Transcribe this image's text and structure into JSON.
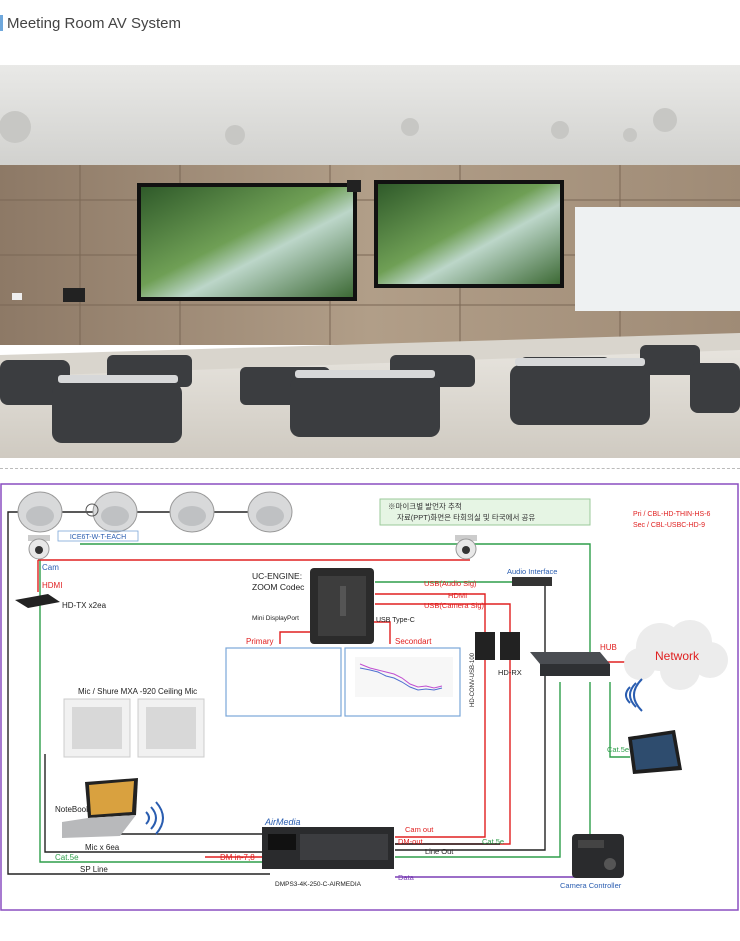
{
  "page": {
    "title": "Meeting Room AV System"
  },
  "photo": {
    "alt": "Meeting room with two wall displays"
  },
  "note": {
    "line1": "※마이크별 발언자 추적",
    "line2": "자료(PPT)화면은 타회의실 및 타국에서 공유"
  },
  "cables": {
    "pri": "Pri / CBL-HD-THIN-HS-6",
    "sec": "Sec / CBL-USBC-HD-9"
  },
  "devices": {
    "ice_label": "ICE6T-W-T-EACH",
    "cam_label": "Cam",
    "hdmi_label": "HDMI",
    "hdtx_label": "HD-TX x2ea",
    "uc_line1": "UC-ENGINE:",
    "uc_line2": "ZOOM Codec",
    "mini_dp": "Mini DisplayPort",
    "primary": "Primary",
    "usb_typec": "USB Type-C",
    "secondary": "Secondart",
    "audio_interface": "Audio Interface",
    "usb_audio": "USB(Audio Sig)",
    "hdmi2": "HDMI",
    "usb_camera": "USB(Camera Sig)",
    "hd_rx": "HD-RX",
    "hd_conv": "HD-CONV-USB-100",
    "hub": "HUB",
    "network": "Network",
    "cat5e_tablet": "Cat.5e",
    "mic_label": "Mic / Shure MXA -920 Ceiling Mic",
    "notebook": "NoteBook",
    "mic_count": "Mic x 6ea",
    "cat5e_left": "Cat.5e",
    "dm_in": "DM in-7,8",
    "sp_line": "SP Line",
    "cam_out": "Cam out",
    "dm_out": "DM-out",
    "line_out": "Line Out",
    "cat5e_right": "Cat.5e",
    "airmedia_brand": "AirMedia",
    "dmps": "DMPS3-4K-250-C-AIRMEDIA",
    "data": "Data",
    "camera_controller": "Camera Controller"
  },
  "colors": {
    "red": "#e02020",
    "green": "#2e9e4a",
    "purple": "#7b3fb5",
    "black": "#222222",
    "frame": "#8a4fc0"
  }
}
